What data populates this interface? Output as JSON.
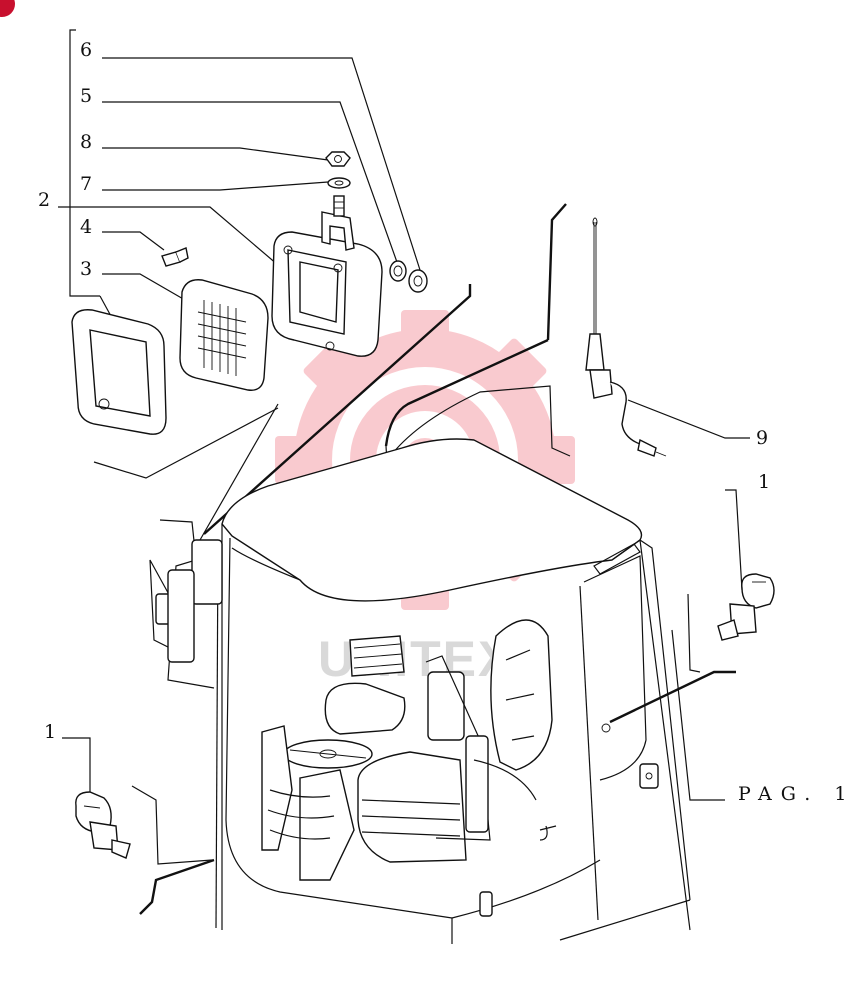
{
  "watermark": {
    "text": "UNITEX",
    "color": "#f5a0a8"
  },
  "corner_badge_color": "#c8102e",
  "callouts": [
    {
      "id": "c6",
      "label": "6"
    },
    {
      "id": "c5",
      "label": "5"
    },
    {
      "id": "c8",
      "label": "8"
    },
    {
      "id": "c7",
      "label": "7"
    },
    {
      "id": "c2",
      "label": "2"
    },
    {
      "id": "c4",
      "label": "4"
    },
    {
      "id": "c3",
      "label": "3"
    },
    {
      "id": "c9",
      "label": "9"
    },
    {
      "id": "c1r",
      "label": "1"
    },
    {
      "id": "c1l",
      "label": "1"
    }
  ],
  "page_ref": "PAG. 1"
}
